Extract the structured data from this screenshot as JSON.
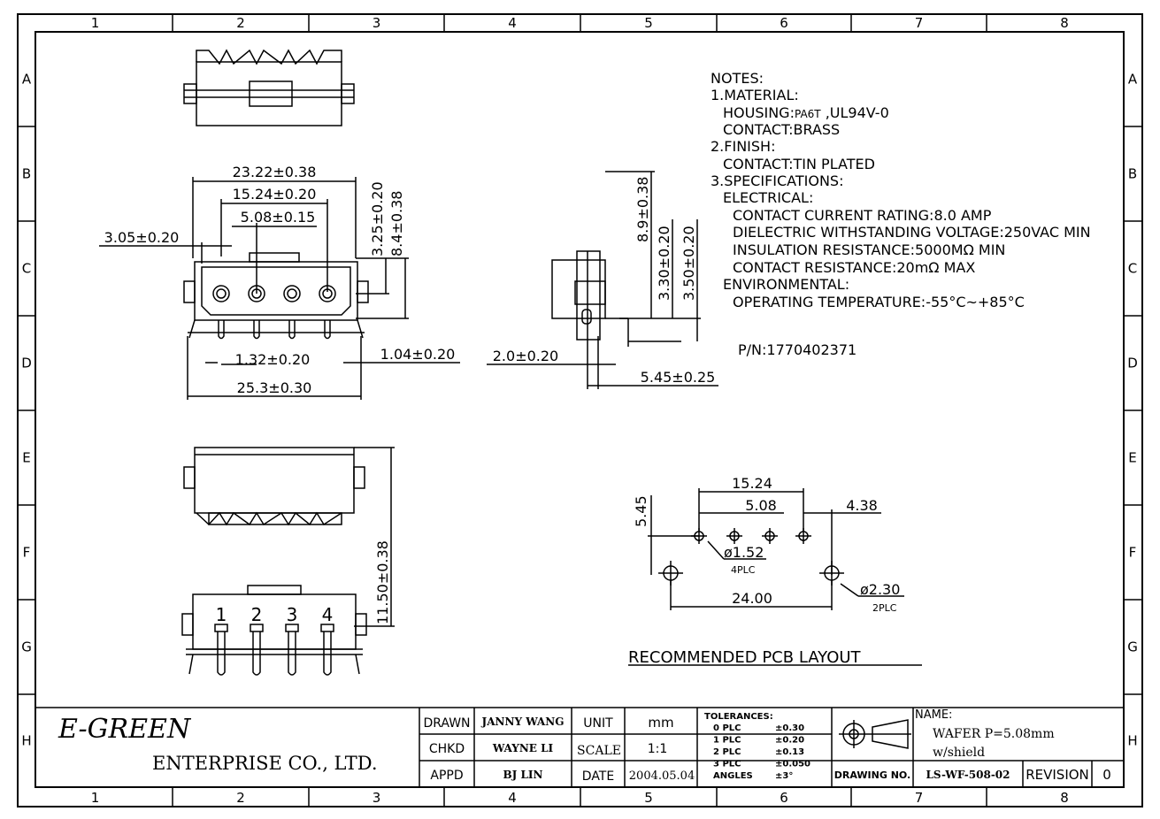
{
  "grid": {
    "columns": [
      "1",
      "2",
      "3",
      "4",
      "5",
      "6",
      "7",
      "8"
    ],
    "rows": [
      "A",
      "B",
      "C",
      "D",
      "E",
      "F",
      "G",
      "H"
    ]
  },
  "notes": {
    "header": "NOTES:",
    "material": "1.MATERIAL:",
    "housing_prefix": "HOUSING:",
    "housing_pa6t": "PA6T",
    "housing_suffix": " ,UL94V-0",
    "contact": "CONTACT:BRASS",
    "finish": "2.FINISH:",
    "contact_finish": "CONTACT:TIN  PLATED",
    "specs": "3.SPECIFICATIONS:",
    "electrical": "ELECTRICAL:",
    "current": "CONTACT  CURRENT  RATING:8.0  AMP",
    "dielectric": "DIELECTRIC  WITHSTANDING  VOLTAGE:250VAC  MIN",
    "insulation": "INSULATION  RESISTANCE:5000MΩ  MIN",
    "contact_res": "CONTACT  RESISTANCE:20mΩ  MAX",
    "environmental": "ENVIRONMENTAL:",
    "operating": "OPERATING  TEMPERATURE:-55°C~+85°C",
    "pn": "P/N:1770402371"
  },
  "dims": {
    "front_overall": "23.22±0.38",
    "front_pitch3": "15.24±0.20",
    "front_pitch": "5.08±0.15",
    "front_edge": "3.05±0.20",
    "front_h1": "3.25±0.20",
    "front_h2": "8.4±0.38",
    "front_pin": "1.32±0.20",
    "front_tab": "1.04±0.20",
    "front_base": "25.3±0.30",
    "side_h1": "8.9±0.38",
    "side_h2": "3.30±0.20",
    "side_h3": "3.50±0.20",
    "side_w1": "2.0±0.20",
    "side_w2": "5.45±0.25",
    "height_total": "11.50±0.38",
    "pin_labels": [
      "1",
      "2",
      "3",
      "4"
    ],
    "pcb_pitch3": "15.24",
    "pcb_pitch": "5.08",
    "pcb_offset": "4.38",
    "pcb_vert": "5.45",
    "pcb_hole1": "ø1.52",
    "pcb_hole1_count": "4PLC",
    "pcb_span": "24.00",
    "pcb_hole2": "ø2.30",
    "pcb_hole2_count": "2PLC",
    "pcb_title": "RECOMMENDED  PCB  LAYOUT"
  },
  "title_block": {
    "company": "E-GREEN",
    "company_sub": "ENTERPRISE CO., LTD.",
    "drawn_label": "DRAWN",
    "drawn": "JANNY WANG",
    "chkd_label": "CHKD",
    "chkd": "WAYNE LI",
    "appd_label": "APPD",
    "appd": "BJ LIN",
    "unit_label": "UNIT",
    "unit": "mm",
    "scale_label": "SCALE",
    "scale": "1:1",
    "date_label": "DATE",
    "date": "2004.05.04",
    "tolerances": "TOLERANCES:",
    "tol_rows": [
      [
        "0  PLC",
        "±0.30"
      ],
      [
        "1  PLC",
        "±0.20"
      ],
      [
        "2  PLC",
        "±0.13"
      ],
      [
        "3  PLC",
        "±0.050"
      ],
      [
        "ANGLES",
        "±3°"
      ]
    ],
    "name_label": "NAME:",
    "name1": "WAFER P=5.08mm",
    "name2": "w/shield",
    "drawing_no_label": "DRAWING  NO.",
    "drawing_no": "LS-WF-508-02",
    "revision_label": "REVISION",
    "revision": "0"
  }
}
